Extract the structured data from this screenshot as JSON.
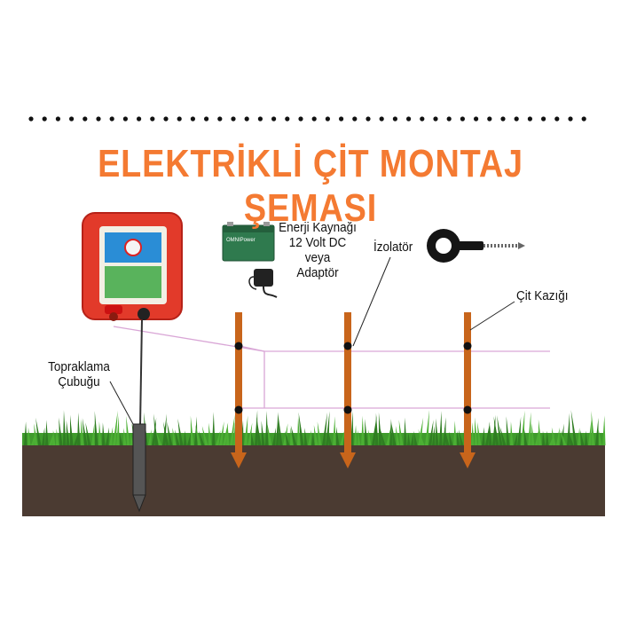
{
  "title": "ELEKTRİKLİ ÇİT MONTAJ ŞEMASI",
  "labels": {
    "energy_source": [
      "Enerji Kaynağı",
      "12 Volt DC",
      "veya",
      "Adaptör"
    ],
    "insulator": "İzolatör",
    "fence_post": "Çit Kazığı",
    "grounding_rod": [
      "Topraklama",
      "Çubuğu"
    ]
  },
  "battery_brand": "OMNIPower",
  "colors": {
    "title": "#f47a32",
    "energizer_body": "#e23a2a",
    "battery": "#2f7a4e",
    "post": "#c8651b",
    "wire": "#d9a6d6",
    "grass": "#3f9b2c",
    "soil": "#4b3b32",
    "ground_rod": "#555555"
  },
  "icons": [
    "energizer-device",
    "battery-icon",
    "adapter-icon",
    "insulator-icon",
    "fence-post",
    "ground-rod"
  ]
}
